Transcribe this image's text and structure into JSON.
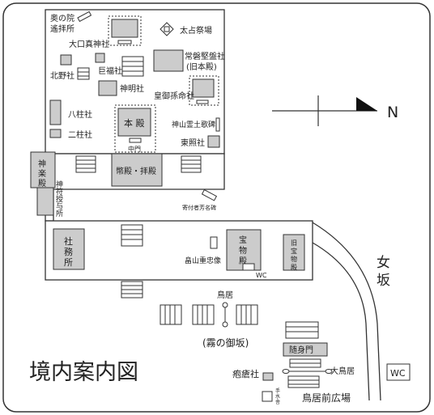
{
  "title": "境内案内図",
  "compass_label": "N",
  "labels": {
    "okunoin": "奥の院",
    "yohaisho": "遙拝所",
    "oguchi": "大口真神社",
    "taisenjo": "太占祭場",
    "kitano": "北野社",
    "kofuku": "巨福社",
    "tokiwa": "常磐堅盤社",
    "tokiwa_sub": "(旧本殿)",
    "shinmei": "神明社",
    "koso": "皇御孫命社",
    "hashira8": "八柱社",
    "hashira2": "二柱社",
    "honden": "本 殿",
    "chumon": "中門",
    "kamiyama": "神山霊土歌碑",
    "tosho": "東照社",
    "kagura": "神楽殿",
    "shinpu": "神符授与所",
    "heiden": "幣殿・拝殿",
    "kifu": "寄付者芳名碑",
    "shamusho": "社務所",
    "hatakeyama": "畠山重忠像",
    "homotsu": "宝物殿",
    "kyu_homotsu": "旧宝物殿",
    "wc_small": "WC",
    "onnazaka": "女坂",
    "torii": "鳥居",
    "kiri": "(霧の御坂)",
    "zuishin": "随身門",
    "hoso": "疱瘡社",
    "otorii": "大鳥居",
    "wc": "WC",
    "temizusha": "手水舎",
    "hiroba": "鳥居前広場"
  }
}
